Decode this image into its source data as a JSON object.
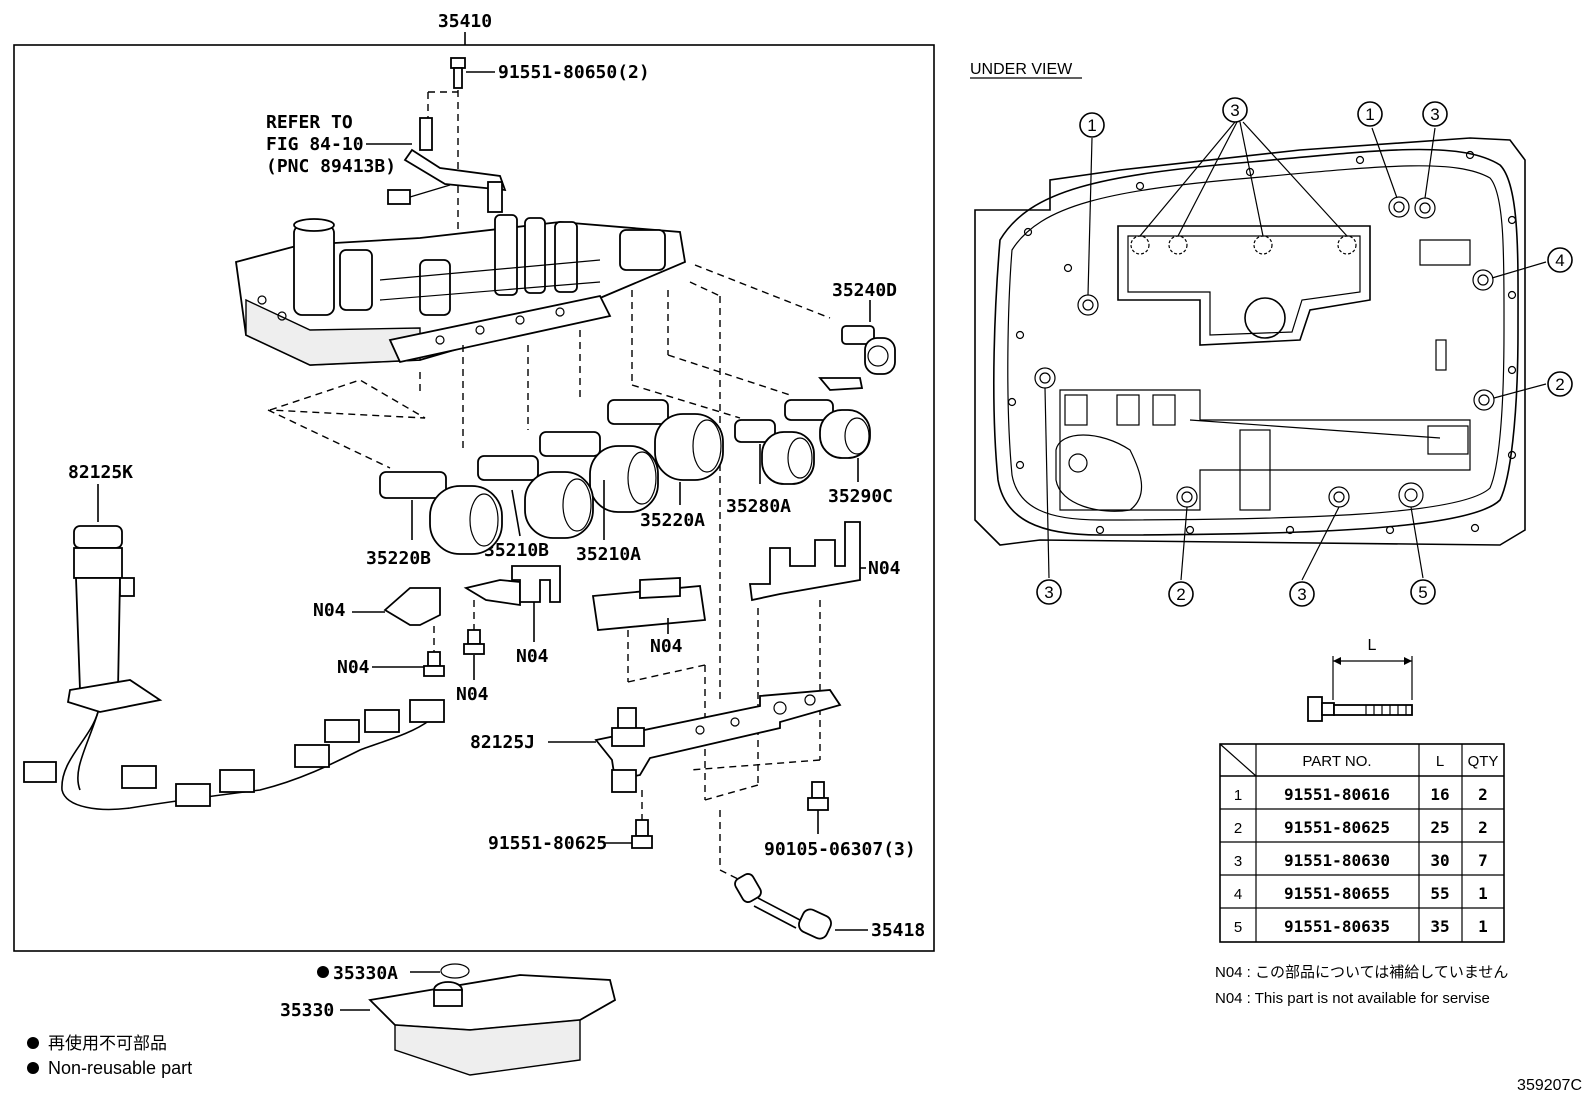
{
  "diagram_id": "359207C",
  "labels": {
    "main_assembly": "35410",
    "bolt_top": "91551-80650(2)",
    "refer_line1": "REFER TO",
    "refer_line2": "FIG 84-10",
    "refer_line3": "(PNC 89413B)",
    "sol_35240d": "35240D",
    "sol_35290c": "35290C",
    "sol_35280a": "35280A",
    "sol_35220a": "35220A",
    "sol_35210a": "35210A",
    "sol_35210b": "35210B",
    "sol_35220b": "35220B",
    "harness": "82125K",
    "n04": "N04",
    "wire_82125j": "82125J",
    "bolt_lower": "91551-80625",
    "bolt_90105": "90105-06307(3)",
    "pipe_35418": "35418",
    "gasket_35330a": "35330A",
    "strainer_35330": "35330"
  },
  "legend": {
    "non_reusable_jp": "再使用不可部品",
    "non_reusable_en": "Non-reusable part"
  },
  "under_view": {
    "title": "UNDER VIEW",
    "length_label": "L"
  },
  "bolt_table": {
    "headers": [
      "PART NO.",
      "L",
      "QTY"
    ],
    "rows": [
      {
        "no": "1",
        "part": "91551-80616",
        "l": "16",
        "qty": "2"
      },
      {
        "no": "2",
        "part": "91551-80625",
        "l": "25",
        "qty": "2"
      },
      {
        "no": "3",
        "part": "91551-80630",
        "l": "30",
        "qty": "7"
      },
      {
        "no": "4",
        "part": "91551-80655",
        "l": "55",
        "qty": "1"
      },
      {
        "no": "5",
        "part": "91551-80635",
        "l": "35",
        "qty": "1"
      }
    ]
  },
  "notes": {
    "jp": "N04 : この部品については補給していません",
    "en": "N04 :  This part is not available for servise"
  }
}
